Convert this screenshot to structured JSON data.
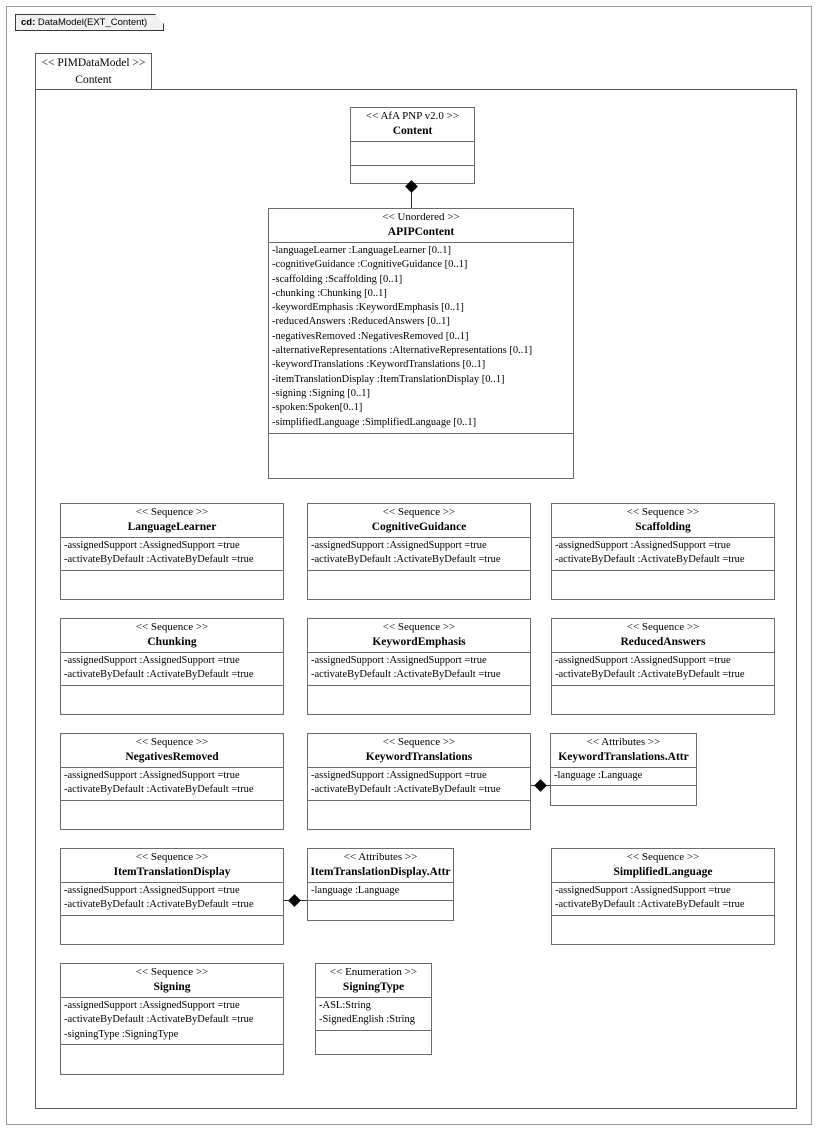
{
  "frame": {
    "tab_key": "cd:",
    "tab_label": " DataModel(EXT_Content)"
  },
  "package": {
    "stereotype": "<< PIMDataModel >>",
    "name": "Content"
  },
  "classes": {
    "content": {
      "stereotype": "<< AfA PNP v2.0 >>",
      "name": "Content",
      "attributes": [],
      "operations": []
    },
    "apip_content": {
      "stereotype": "<< Unordered >>",
      "name": "APIPContent",
      "attributes": [
        "-languageLearner  :LanguageLearner  [0..1]",
        "-cognitiveGuidance   :CognitiveGuidance   [0..1]",
        "-scaffolding  :Scaffolding  [0..1]",
        "-chunking  :Chunking  [0..1]",
        "-keywordEmphasis  :KeywordEmphasis  [0..1]",
        "-reducedAnswers :ReducedAnswers  [0..1]",
        "-negativesRemoved  :NegativesRemoved  [0..1]",
        "-alternativeRepresentations   :AlternativeRepresentations    [0..1]",
        "-keywordTranslations  :KeywordTranslations  [0..1]",
        "-itemTranslationDisplay   :ItemTranslationDisplay   [0..1]",
        "-signing  :Signing  [0..1]",
        "-spoken:Spoken[0..1]",
        "-simplifiedLanguage   :SimplifiedLanguage   [0..1]"
      ],
      "operations": []
    },
    "language_learner": {
      "stereotype": "<< Sequence >>",
      "name": "LanguageLearner",
      "attributes": [
        "-assignedSupport  :AssignedSupport  =true",
        "-activateByDefault   :ActivateByDefault  =true"
      ],
      "operations": []
    },
    "cognitive_guidance": {
      "stereotype": "<< Sequence >>",
      "name": "CognitiveGuidance",
      "attributes": [
        "-assignedSupport  :AssignedSupport  =true",
        "-activateByDefault   :ActivateByDefault  =true"
      ],
      "operations": []
    },
    "scaffolding": {
      "stereotype": "<< Sequence >>",
      "name": "Scaffolding",
      "attributes": [
        "-assignedSupport  :AssignedSupport  =true",
        "-activateByDefault   :ActivateByDefault  =true"
      ],
      "operations": []
    },
    "chunking": {
      "stereotype": "<< Sequence >>",
      "name": "Chunking",
      "attributes": [
        "-assignedSupport  :AssignedSupport  =true",
        "-activateByDefault   :ActivateByDefault  =true"
      ],
      "operations": []
    },
    "keyword_emphasis": {
      "stereotype": "<< Sequence >>",
      "name": "KeywordEmphasis",
      "attributes": [
        "-assignedSupport  :AssignedSupport  =true",
        "-activateByDefault   :ActivateByDefault  =true"
      ],
      "operations": []
    },
    "reduced_answers": {
      "stereotype": "<< Sequence >>",
      "name": "ReducedAnswers",
      "attributes": [
        "-assignedSupport  :AssignedSupport  =true",
        "-activateByDefault   :ActivateByDefault  =true"
      ],
      "operations": []
    },
    "negatives_removed": {
      "stereotype": "<< Sequence >>",
      "name": "NegativesRemoved",
      "attributes": [
        "-assignedSupport  :AssignedSupport  =true",
        "-activateByDefault   :ActivateByDefault  =true"
      ],
      "operations": []
    },
    "keyword_translations": {
      "stereotype": "<< Sequence >>",
      "name": "KeywordTranslations",
      "attributes": [
        "-assignedSupport  :AssignedSupport  =true",
        "-activateByDefault   :ActivateByDefault  =true"
      ],
      "operations": []
    },
    "keyword_translations_attr": {
      "stereotype": "<< Attributes  >>",
      "name": "KeywordTranslations.Attr",
      "attributes": [
        "-language  :Language"
      ],
      "operations": []
    },
    "item_translation_display": {
      "stereotype": "<< Sequence >>",
      "name": "ItemTranslationDisplay",
      "attributes": [
        "-assignedSupport  :AssignedSupport  =true",
        "-activateByDefault   :ActivateByDefault  =true"
      ],
      "operations": []
    },
    "item_translation_display_attr": {
      "stereotype": "<< Attributes  >>",
      "name": "ItemTranslationDisplay.Attr",
      "attributes": [
        "-language  :Language"
      ],
      "operations": []
    },
    "simplified_language": {
      "stereotype": "<< Sequence >>",
      "name": "SimplifiedLanguage",
      "attributes": [
        "-assignedSupport  :AssignedSupport  =true",
        "-activateByDefault   :ActivateByDefault  =true"
      ],
      "operations": []
    },
    "signing": {
      "stereotype": "<< Sequence >>",
      "name": "Signing",
      "attributes": [
        "-assignedSupport  :AssignedSupport  =true",
        "-activateByDefault   :ActivateByDefault  =true",
        "-signingType  :SigningType"
      ],
      "operations": []
    },
    "signing_type": {
      "stereotype": "<< Enumeration  >>",
      "name": "SigningType",
      "attributes": [
        "-ASL:String",
        "-SignedEnglish  :String"
      ],
      "operations": []
    }
  },
  "connectors": [
    {
      "name": "content-to-apipcontent",
      "type": "composition",
      "source": "Content",
      "target": "APIPContent"
    },
    {
      "name": "keywordtranslations-to-attr",
      "type": "composition",
      "source": "KeywordTranslations",
      "target": "KeywordTranslations.Attr"
    },
    {
      "name": "itemtranslationdisplay-to-attr",
      "type": "composition",
      "source": "ItemTranslationDisplay",
      "target": "ItemTranslationDisplay.Attr"
    }
  ],
  "colors": {
    "background": "#ffffff",
    "line": "#6b6b6b",
    "frame": "#9a9a9a",
    "text": "#000000"
  }
}
